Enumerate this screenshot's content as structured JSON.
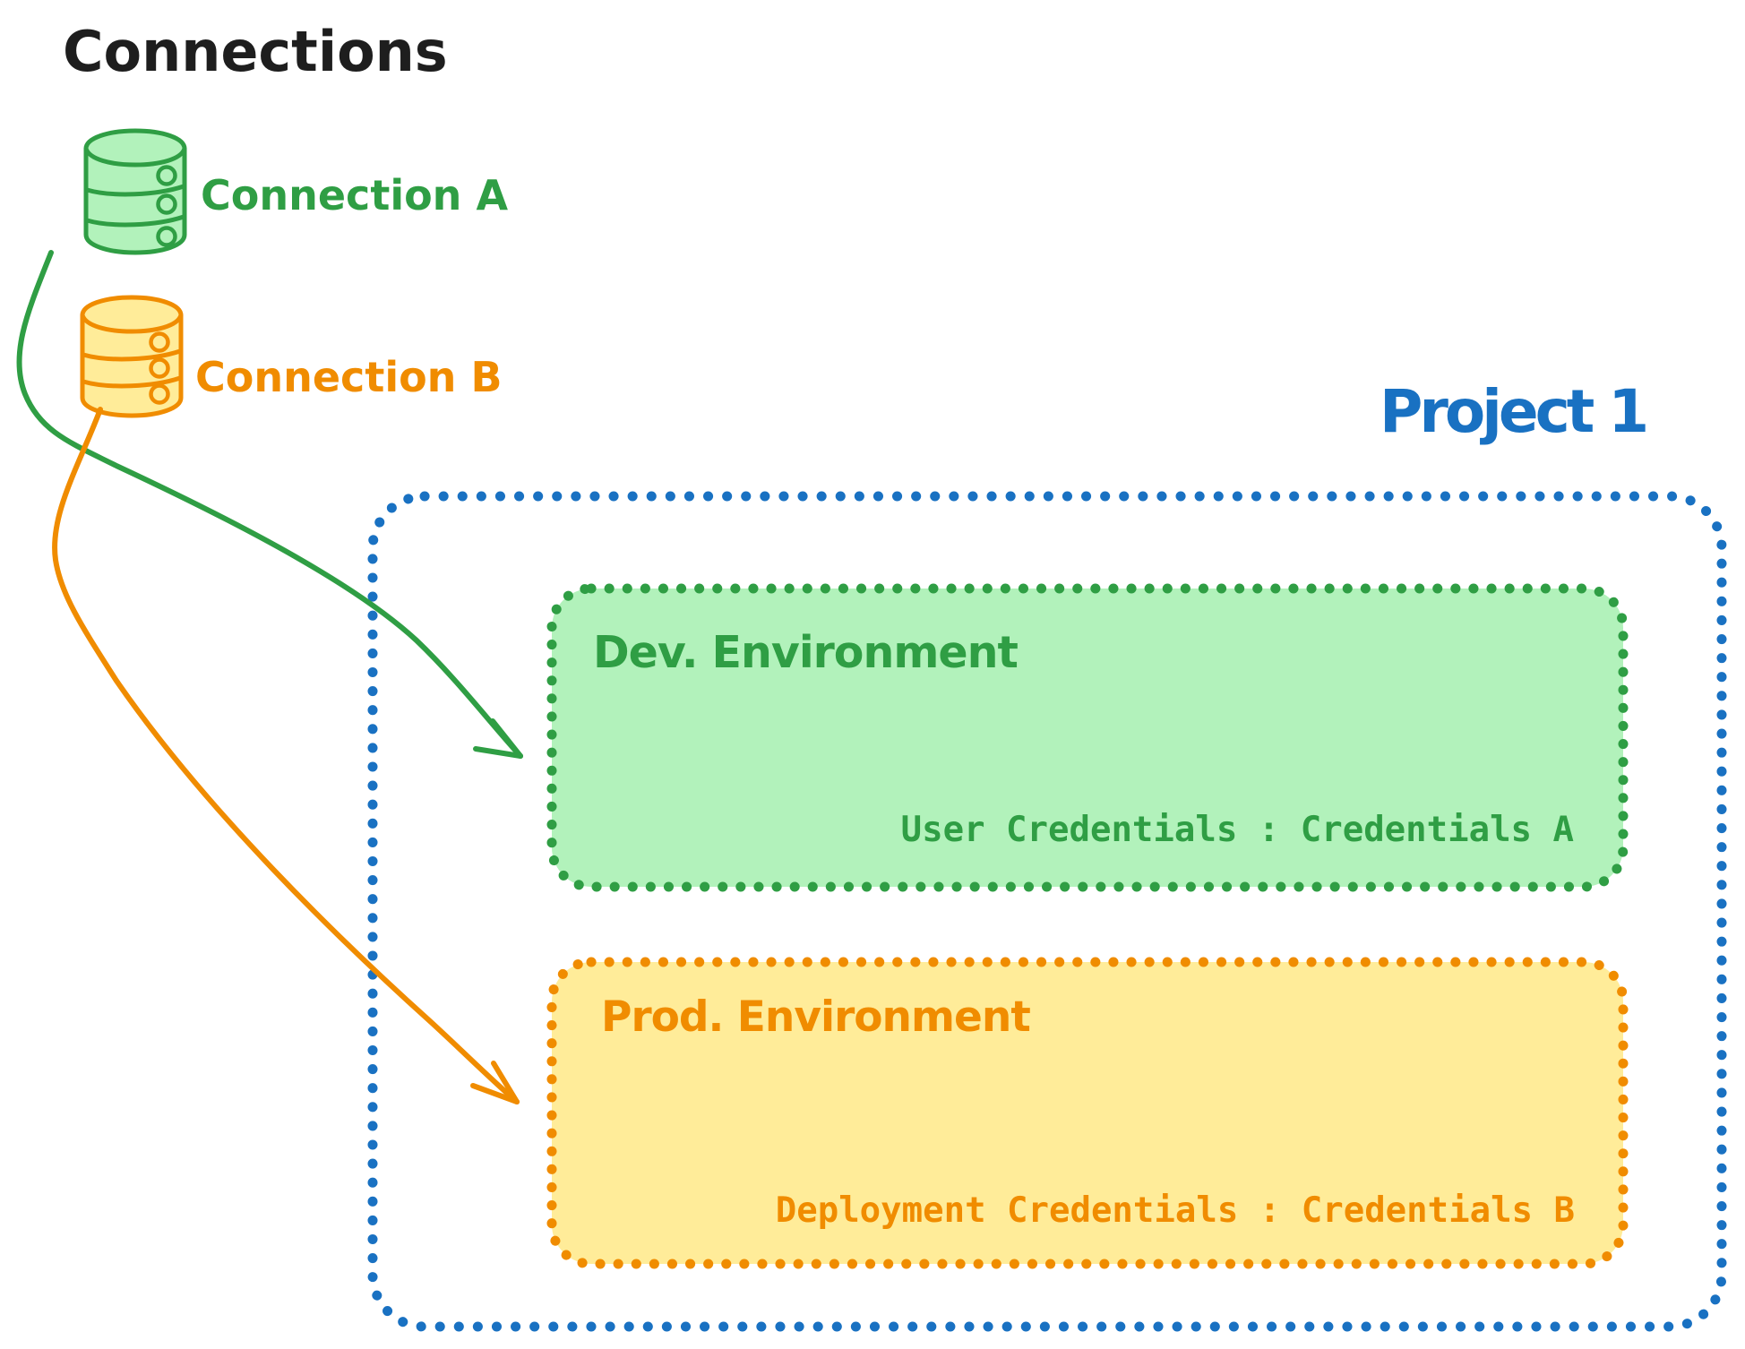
{
  "diagram_title": "Connections",
  "connections": [
    {
      "label": "Connection A",
      "icon": "database-icon",
      "color": "#2f9e44",
      "fill": "#b2f2bb"
    },
    {
      "label": "Connection B",
      "icon": "database-icon",
      "color": "#f08c00",
      "fill": "#ffec99"
    }
  ],
  "project": {
    "title": "Project 1",
    "border_color": "#1971c2",
    "environments": [
      {
        "name": "Dev. Environment",
        "credentials_label": "User Credentials : Credentials A",
        "color": "#2f9e44",
        "fill": "#b2f2bb"
      },
      {
        "name": "Prod. Environment",
        "credentials_label": "Deployment Credentials : Credentials B",
        "color": "#f08c00",
        "fill": "#ffec99"
      }
    ]
  },
  "links": [
    {
      "from": "Connection A",
      "to": "Dev. Environment",
      "color": "#2f9e44"
    },
    {
      "from": "Connection B",
      "to": "Prod. Environment",
      "color": "#f08c00"
    }
  ],
  "palette": {
    "text_black": "#1e1e1e",
    "green_stroke": "#2f9e44",
    "green_fill": "#b2f2bb",
    "orange_stroke": "#f08c00",
    "orange_fill": "#ffec99",
    "blue_stroke": "#1971c2",
    "background": "#ffffff"
  }
}
